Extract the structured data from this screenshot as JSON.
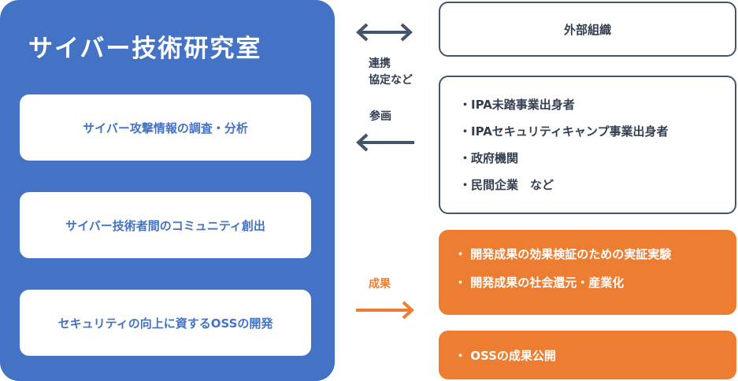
{
  "lab": {
    "title": "サイバー技術研究室",
    "items": [
      "サイバー攻撃情報の調査・分析",
      "サイバー技術者間のコミュニティ創出",
      "セキュリティの向上に資するOSSの開発"
    ]
  },
  "external": {
    "org_label": "外部組織",
    "relation_line1": "連携",
    "relation_line2": "協定など",
    "participation_label": "参画",
    "members": [
      "・IPA未踏事業出身者",
      "・IPAセキュリティキャンプ事業出身者",
      "・政府機関",
      "・民間企業　など"
    ]
  },
  "results": {
    "label": "成果",
    "items": [
      "・ 開発成果の効果検証のための実証実験",
      "・ 開発成果の社会還元・産業化"
    ],
    "oss_item": "・ OSSの成果公開"
  },
  "colors": {
    "lab_blue": "#4472c4",
    "orange": "#ed7d31",
    "dark_slate": "#44546a"
  }
}
